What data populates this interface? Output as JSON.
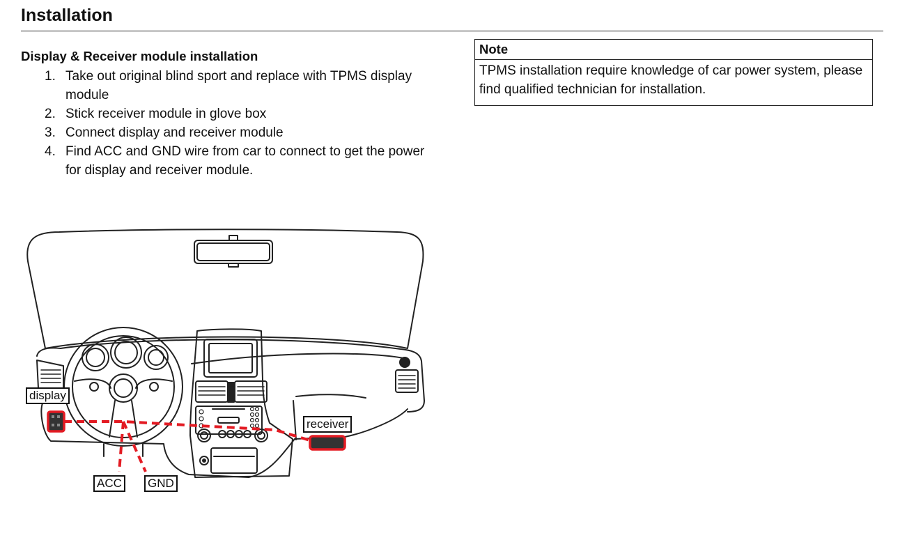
{
  "header": {
    "title": "Installation"
  },
  "section": {
    "heading": "Display & Receiver module installation",
    "steps": [
      {
        "num": "1.",
        "text": "Take out original blind sport and replace with TPMS display module"
      },
      {
        "num": "2.",
        "text": "Stick receiver module in glove box"
      },
      {
        "num": "3.",
        "text": "Connect display and receiver module"
      },
      {
        "num": "4.",
        "text": "Find ACC and GND wire from car to connect to get the power for display and receiver module."
      }
    ]
  },
  "note": {
    "title": "Note",
    "text": "TPMS installation require knowledge of car power system, please find qualified technician for installation."
  },
  "diagram": {
    "labels": {
      "display": "display",
      "receiver": "receiver",
      "acc": "ACC",
      "gnd": "GND"
    },
    "colors": {
      "wire": "#e31b23",
      "line": "#222222"
    }
  }
}
